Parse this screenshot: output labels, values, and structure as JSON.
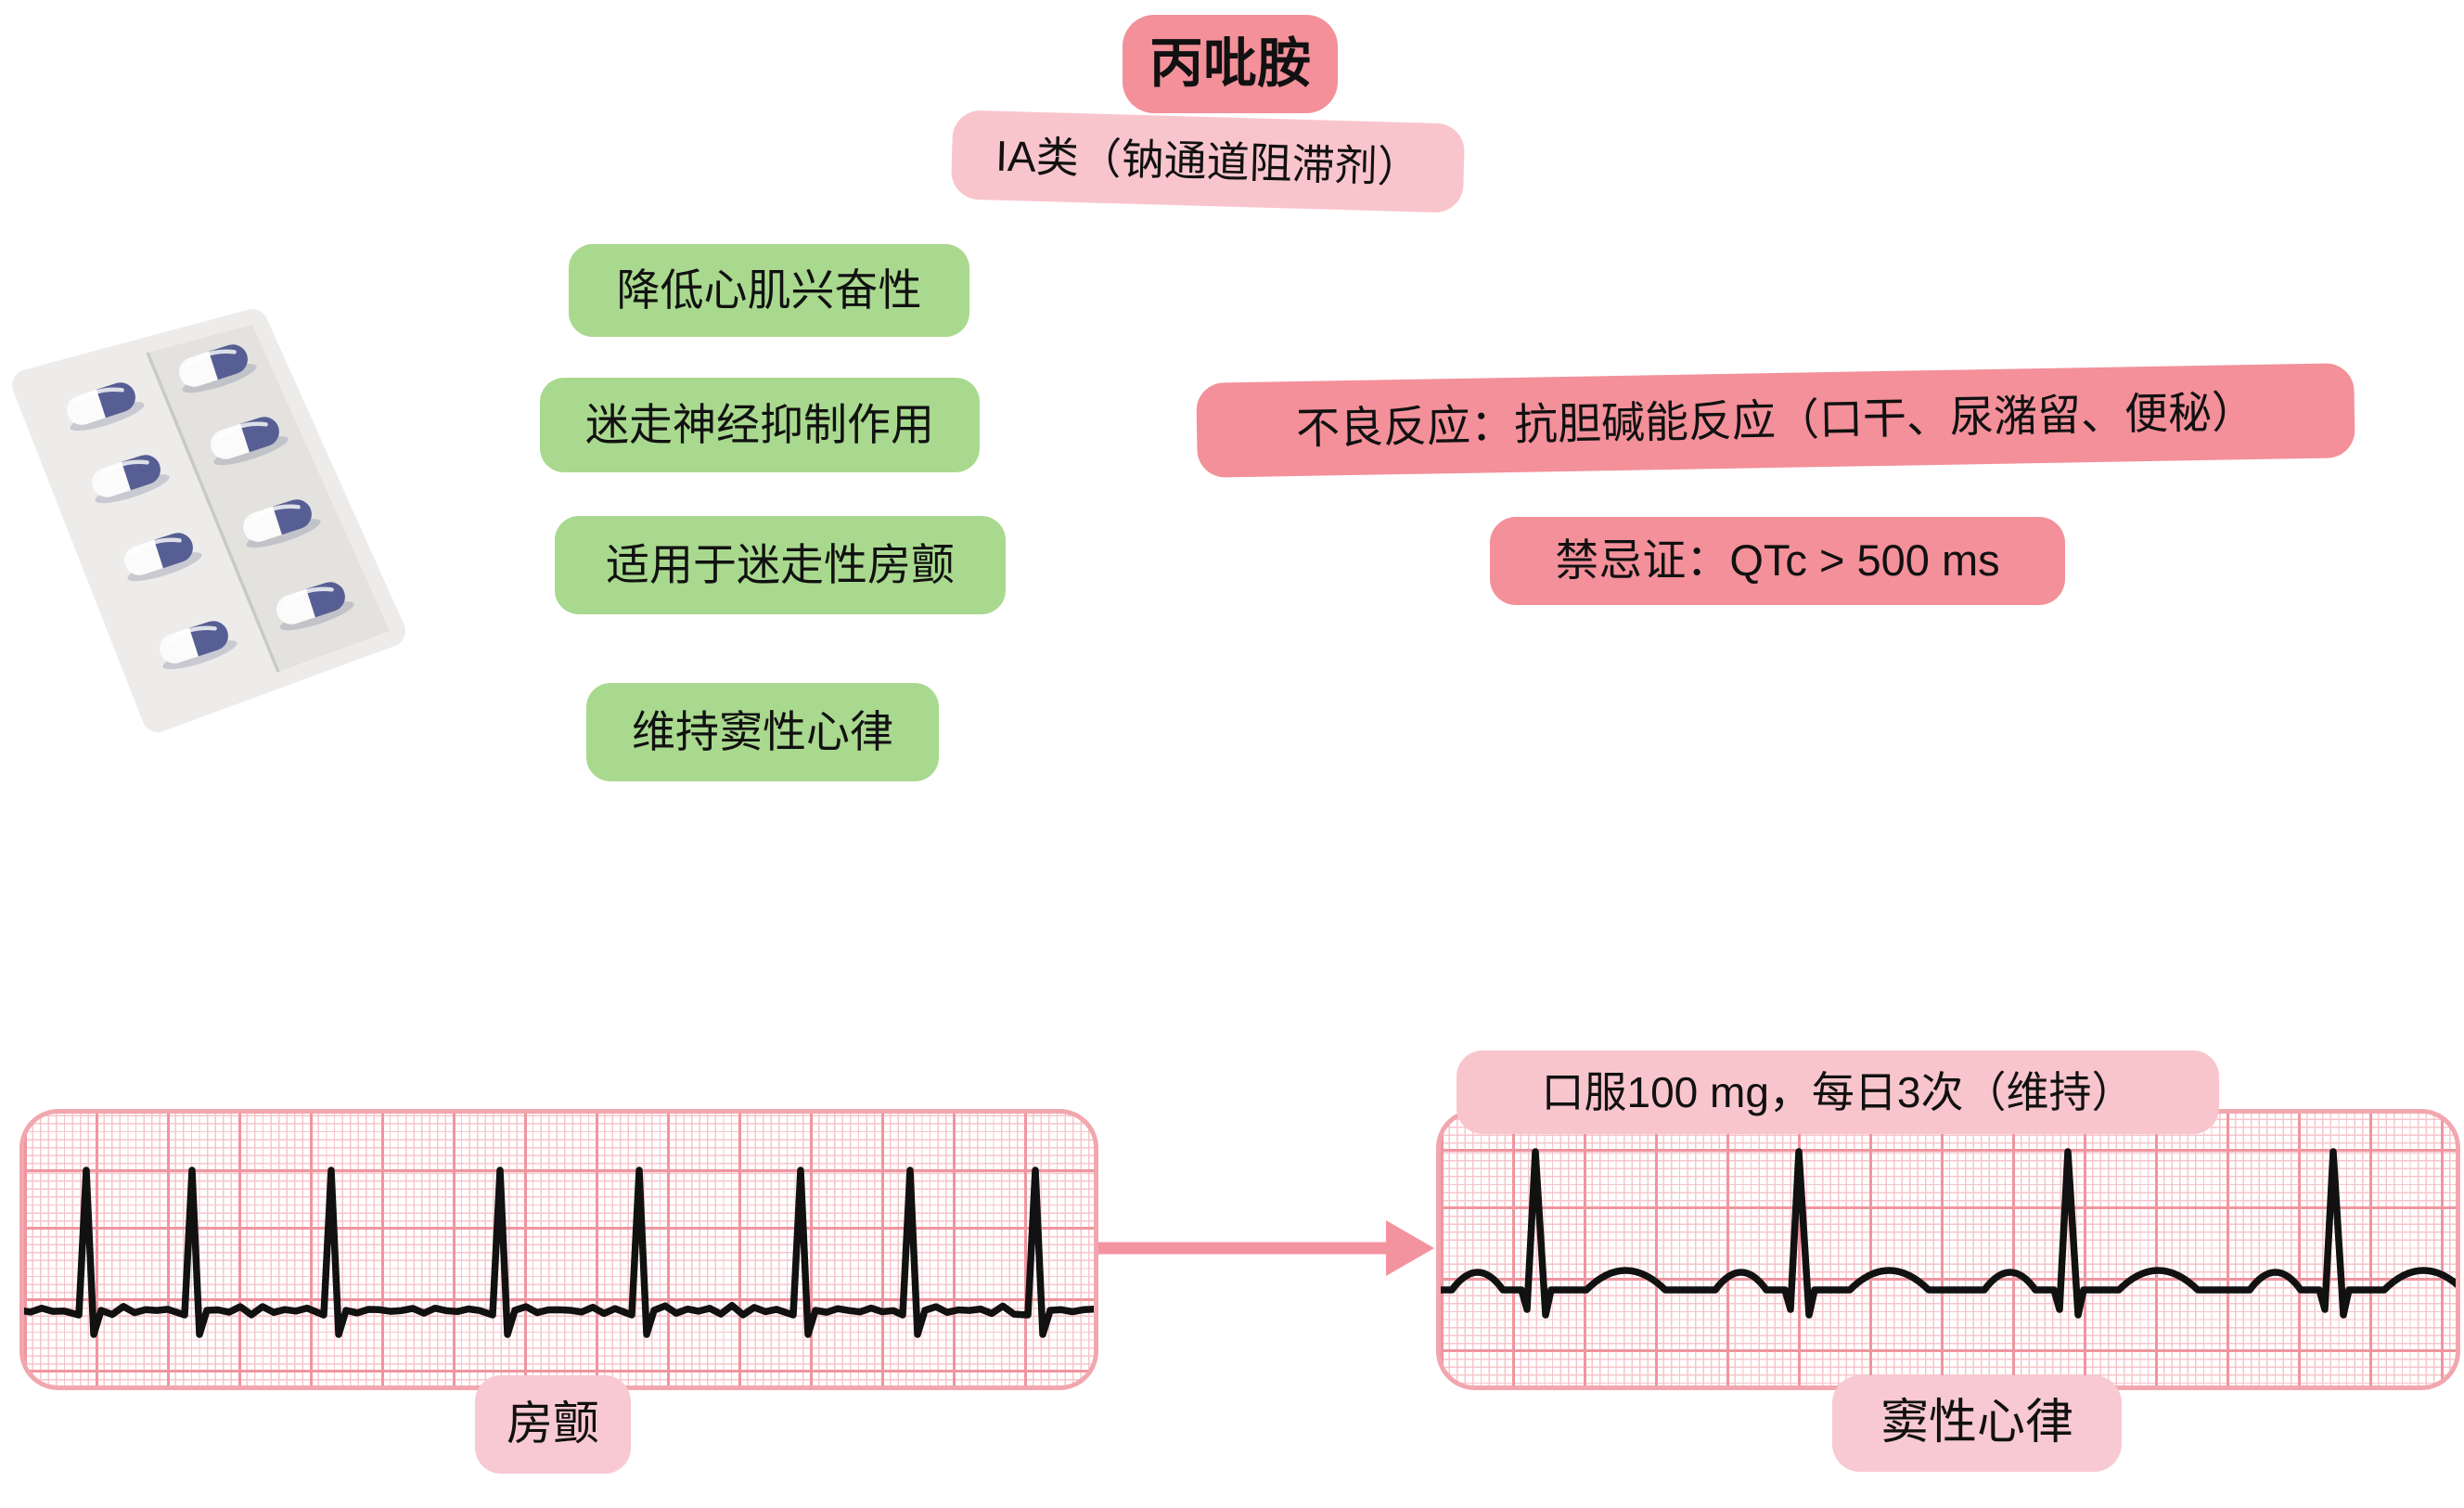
{
  "header": {
    "title": "丙吡胺",
    "classification": "IA类（钠通道阻滞剂）"
  },
  "effect_badges": [
    "降低心肌兴奋性",
    "迷走神经抑制作用",
    "适用于迷走性房颤",
    "维持窦性心律"
  ],
  "warning_badges": {
    "adverse": "不良反应：抗胆碱能反应（口干、尿潴留、便秘）",
    "contraindication": "禁忌证：QTc > 500 ms"
  },
  "ecg": {
    "before_label": "房颤",
    "after_label": "窦性心律",
    "dose_note": "口服100 mg，每日3次（维持）"
  },
  "illustration": {
    "name": "pill-blister-pack",
    "capsule_count": 8
  },
  "colors": {
    "strong_pink": "#F3909A",
    "light_pink": "#F9C5CD",
    "label_pink": "#F8C9D3",
    "green": "#A9D98E",
    "grid_fine": "#F6C3C8",
    "grid_bold": "#F0959F",
    "panel_border": "#F2A6AE",
    "trace_black": "#111111",
    "arrow_pink": "#F493A0",
    "capsule_navy": "#575E93",
    "pack_gray": "#EDECEA"
  }
}
